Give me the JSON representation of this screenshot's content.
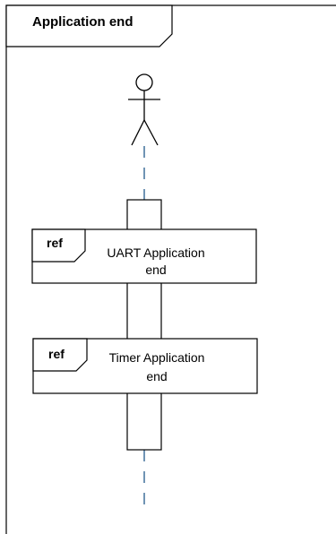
{
  "frame": {
    "title": "Application end"
  },
  "actor": {
    "icon": "stick-figure-actor-icon"
  },
  "interactions": [
    {
      "tag": "ref",
      "line1": "UART Application",
      "line2": "end"
    },
    {
      "tag": "ref",
      "line1": "Timer Application",
      "line2": "end"
    }
  ],
  "colors": {
    "lifeline": "#41719c",
    "stroke": "#000000",
    "background": "#ffffff"
  }
}
